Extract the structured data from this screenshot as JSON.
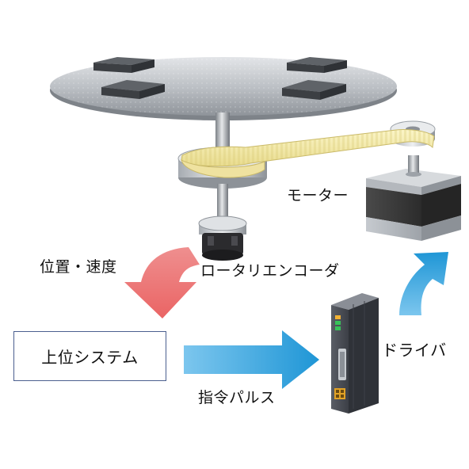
{
  "labels": {
    "motor": "モーター",
    "position_velocity": "位置・速度",
    "rotary_encoder": "ロータリエンコーダ",
    "driver": "ドライバ",
    "command_pulse": "指令パルス",
    "host_system": "上位システム"
  },
  "colors": {
    "feedback_arrow": "#ef7b7b",
    "flow_arrow": "#2fa4df",
    "belt": "#f4eaa6",
    "host_box_border": "#4b5f8f",
    "motor_body": "#3f3f3f",
    "driver_body": "#4a4d55",
    "driver_led_green": "#38c25a"
  }
}
